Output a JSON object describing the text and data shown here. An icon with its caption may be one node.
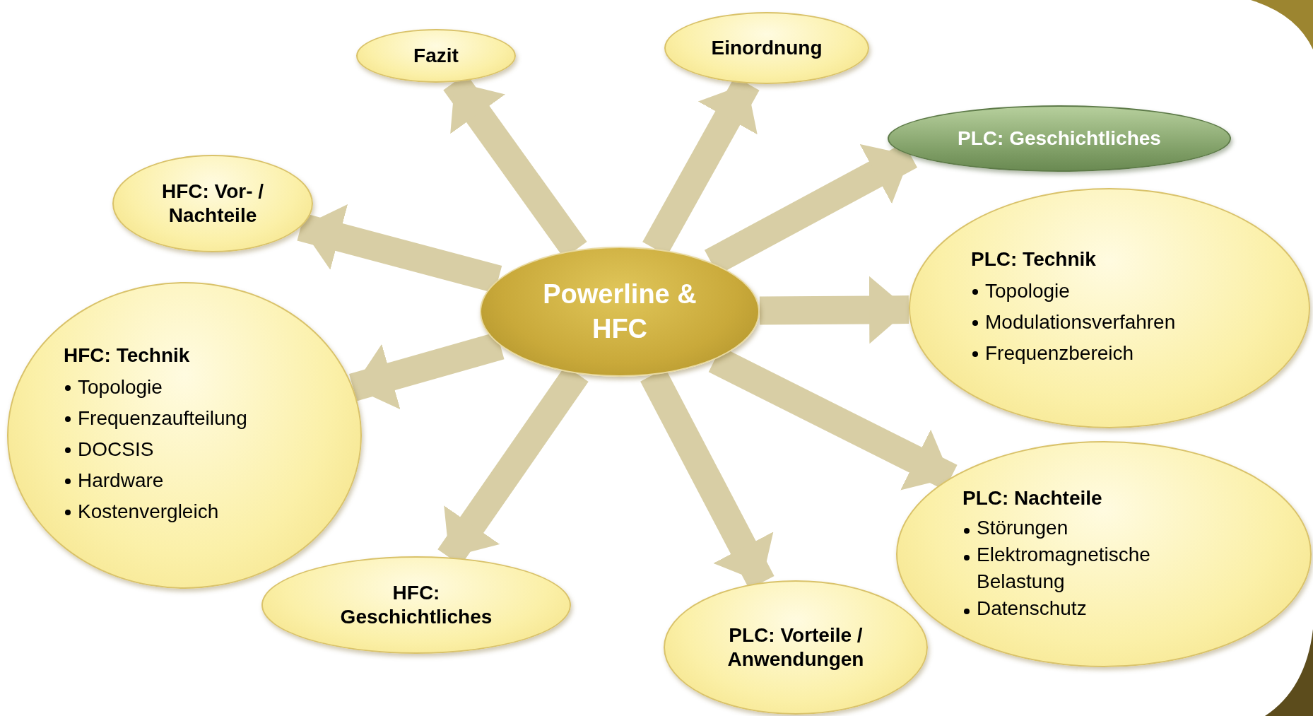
{
  "diagram": {
    "nodes": [
      {
        "text": [
          "Powerline & HFC"
        ]
      },
      {
        "text": [
          "Fazit"
        ]
      },
      {
        "text": [
          "Einordnung"
        ]
      },
      {
        "text": [
          "PLC: Geschichtliches"
        ]
      },
      {
        "text": [
          "HFC: Vor- / Nachteile"
        ]
      },
      {
        "text": [
          "PLC: Technik",
          "Topologie",
          "Modulationsverfahren",
          "Frequenzbereich"
        ]
      },
      {
        "text": [
          "HFC: Technik",
          "Topologie",
          "Frequenzaufteilung",
          "DOCSIS",
          "Hardware",
          "Kostenvergleich"
        ]
      },
      {
        "text": [
          "PLC: Nachteile",
          "Störungen",
          "Elektromagnetische Belastung",
          "Datenschutz"
        ]
      },
      {
        "text": [
          "HFC: Geschichtliches"
        ]
      },
      {
        "text": [
          "PLC: Vorteile / Anwendungen"
        ]
      }
    ],
    "edges": [
      {
        "from": 0,
        "to": 1,
        "arrow": "to"
      },
      {
        "from": 0,
        "to": 2,
        "arrow": "to"
      },
      {
        "from": 0,
        "to": 3,
        "arrow": "to"
      },
      {
        "from": 0,
        "to": 4,
        "arrow": "to"
      },
      {
        "from": 0,
        "to": 5,
        "arrow": "to"
      },
      {
        "from": 0,
        "to": 6,
        "arrow": "to"
      },
      {
        "from": 0,
        "to": 7,
        "arrow": "to"
      },
      {
        "from": 0,
        "to": 8,
        "arrow": "to"
      },
      {
        "from": 0,
        "to": 9,
        "arrow": "to"
      }
    ]
  }
}
